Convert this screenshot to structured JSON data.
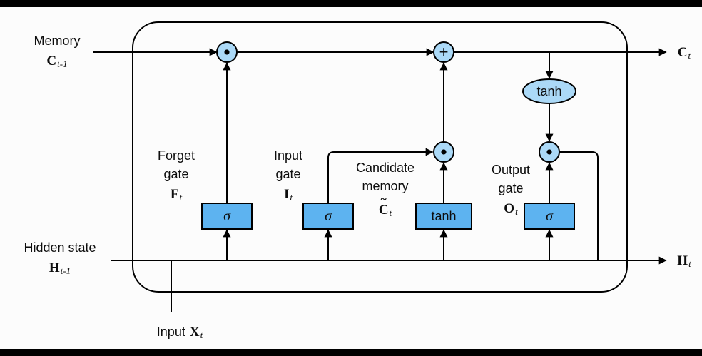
{
  "colors": {
    "background": "#fcfcfc",
    "letterbox": "#000000",
    "line": "#000000",
    "gate_fill": "#5db3f0",
    "node_fill": "#abd9f7",
    "text": "#0d0d0d"
  },
  "external": {
    "memory_in": {
      "word": "Memory",
      "sym": "C",
      "sub": "t-1"
    },
    "memory_out": {
      "sym": "C",
      "sub": "t"
    },
    "hidden_in": {
      "word": "Hidden state",
      "sym": "H",
      "sub": "t-1"
    },
    "hidden_out": {
      "sym": "H",
      "sub": "t"
    },
    "input": {
      "word": "Input",
      "sym": "X",
      "sub": "t"
    }
  },
  "gates": {
    "forget": {
      "word1": "Forget",
      "word2": "gate",
      "sym": "F",
      "sub": "t",
      "op": "σ"
    },
    "input": {
      "word1": "Input",
      "word2": "gate",
      "sym": "I",
      "sub": "t",
      "op": "σ"
    },
    "candidate": {
      "word1": "Candidate",
      "word2": "memory",
      "sym": "C",
      "tilde": "~",
      "sub": "t",
      "op": "tanh"
    },
    "output": {
      "word1": "Output",
      "word2": "gate",
      "sym": "O",
      "sub": "t",
      "op": "σ"
    }
  },
  "operators": {
    "plus": "+",
    "tanh": "tanh"
  }
}
